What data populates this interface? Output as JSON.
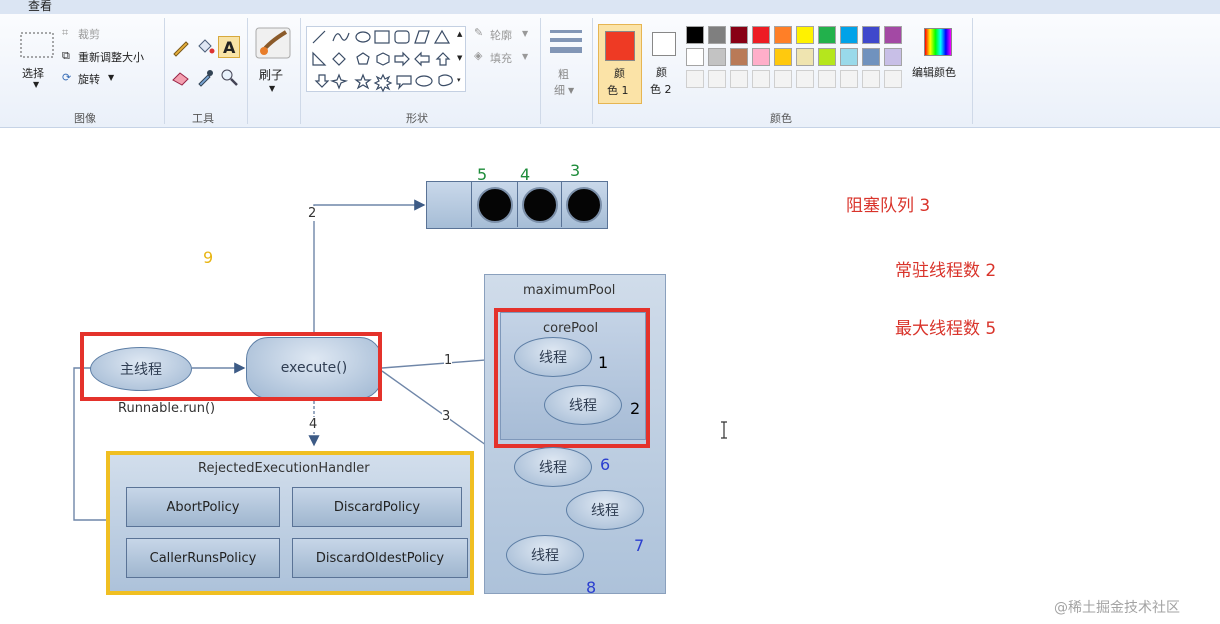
{
  "menu": {
    "view_tab": "查看"
  },
  "ribbon": {
    "image": {
      "group_label": "图像",
      "select": "选择",
      "crop": "裁剪",
      "resize": "重新调整大小",
      "rotate": "旋转"
    },
    "tools": {
      "group_label": "工具"
    },
    "brush": {
      "label": "刷子"
    },
    "shapes": {
      "group_label": "形状",
      "outline": "轮廓",
      "fill": "填充"
    },
    "size": {
      "label_top": "粗",
      "label_bottom": "细"
    },
    "colors": {
      "group_label": "颜色",
      "color1_top": "颜",
      "color1_bottom": "色 1",
      "color2_top": "颜",
      "color2_bottom": "色 2",
      "edit_colors": "编辑颜色",
      "color1_value": "#ee3a24",
      "color2_value": "#ffffff",
      "palette_row1": [
        "#000000",
        "#7f7f7f",
        "#880015",
        "#ed1c24",
        "#ff7f27",
        "#fff200",
        "#22b14c",
        "#00a2e8",
        "#3f48cc",
        "#a349a4"
      ],
      "palette_row2": [
        "#ffffff",
        "#c3c3c3",
        "#b97a57",
        "#ffaec9",
        "#ffc90e",
        "#efe4b0",
        "#b5e61d",
        "#99d9ea",
        "#7092be",
        "#c8bfe7"
      ]
    }
  },
  "diagram": {
    "queue_numbers": [
      "5",
      "4",
      "3"
    ],
    "arrow_labels": {
      "a1": "1",
      "a2": "2",
      "a3": "3",
      "a4": "4"
    },
    "label_9": "9",
    "main_thread": "主线程",
    "execute": "execute()",
    "runnable": "Runnable.run()",
    "maximum_pool": "maximumPool",
    "core_pool": "corePool",
    "thread_label": "线程",
    "thread_nums": {
      "t1": "1",
      "t2": "2",
      "t6": "6",
      "t7": "7",
      "t8": "8"
    },
    "handler": {
      "title": "RejectedExecutionHandler",
      "policies": [
        "AbortPolicy",
        "DiscardPolicy",
        "CallerRunsPolicy",
        "DiscardOldestPolicy"
      ]
    },
    "notes": [
      "阻塞队列  3",
      "常驻线程数  2",
      "最大线程数  5"
    ]
  },
  "watermark": "@稀土掘金技术社区"
}
